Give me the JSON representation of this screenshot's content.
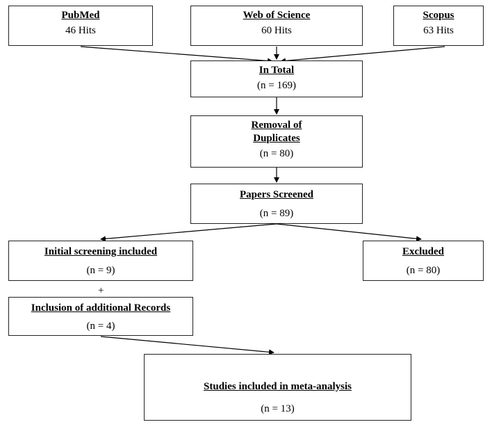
{
  "sources": [
    {
      "title": "PubMed",
      "count": "46 Hits"
    },
    {
      "title": "Web of Science",
      "count": "60 Hits"
    },
    {
      "title": "Scopus",
      "count": "63 Hits"
    }
  ],
  "total": {
    "title": "In Total",
    "count": "(n = 169)"
  },
  "duplicates": {
    "title": "Removal of Duplicates",
    "count": "(n = 80)"
  },
  "screened": {
    "title": "Papers Screened",
    "count": "(n = 89)"
  },
  "initial": {
    "title": "Initial screening included",
    "count": "(n = 9)"
  },
  "excluded": {
    "title": "Excluded",
    "count": "(n = 80)"
  },
  "plus_sign": "+",
  "additional": {
    "title": "Inclusion of additional Records",
    "count": "(n = 4)"
  },
  "final": {
    "title": "Studies included in meta-analysis",
    "count": "(n = 13)"
  }
}
